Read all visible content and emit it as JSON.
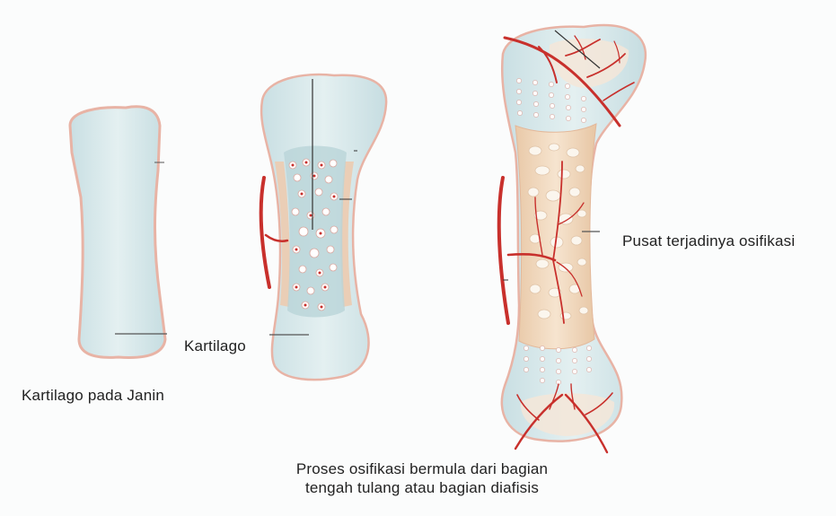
{
  "labels": {
    "fetal_cartilage": "Kartilago pada Janin",
    "cartilage": "Kartilago",
    "ossification_center": "Pusat terjadinya osifikasi",
    "caption_line1": "Proses osifikasi bermula dari bagian",
    "caption_line2": "tengah tulang atau bagian diafisis"
  },
  "colors": {
    "cartilage_fill": "#d6e8ea",
    "cartilage_edge": "#e8b3a5",
    "bone_fill": "#efd8bf",
    "vessel": "#c8302c",
    "leader_line": "#444444"
  }
}
